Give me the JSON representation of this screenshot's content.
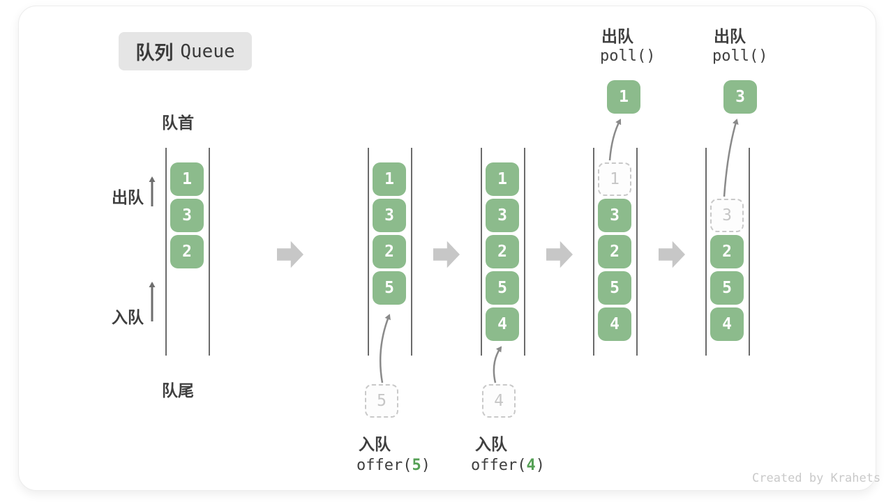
{
  "badge": {
    "zh": "队列",
    "en": "Queue"
  },
  "labels": {
    "front": "队首",
    "rear": "队尾",
    "dequeue": "出队",
    "enqueue": "入队"
  },
  "polls": [
    {
      "zh": "出队",
      "code": "poll()",
      "value": "1"
    },
    {
      "zh": "出队",
      "code": "poll()",
      "value": "3"
    }
  ],
  "offers": [
    {
      "zh": "入队",
      "code_pre": "offer(",
      "code_arg": "5",
      "code_post": ")",
      "ghost": "5"
    },
    {
      "zh": "入队",
      "code_pre": "offer(",
      "code_arg": "4",
      "code_post": ")",
      "ghost": "4"
    }
  ],
  "queues": [
    {
      "boxes": [
        "1",
        "3",
        "2"
      ]
    },
    {
      "boxes": [
        "1",
        "3",
        "2",
        "5"
      ]
    },
    {
      "boxes": [
        "1",
        "3",
        "2",
        "5",
        "4"
      ]
    },
    {
      "ghost": "1",
      "boxes": [
        "3",
        "2",
        "5",
        "4"
      ]
    },
    {
      "ghost": "3",
      "boxes": [
        "2",
        "5",
        "4"
      ]
    }
  ],
  "watermark": "Created by Krahets",
  "colors": {
    "box_green": "#8cbb8c",
    "code_green": "#55a055",
    "ghost_gray": "#c6c6c6",
    "thin_arrow_gray": "#8a8a8a",
    "block_arrow_gray": "#c7c7c7",
    "line_gray": "#6b6b6b",
    "badge_bg": "#e5e5e5",
    "text_dark": "#3f3f3f"
  }
}
